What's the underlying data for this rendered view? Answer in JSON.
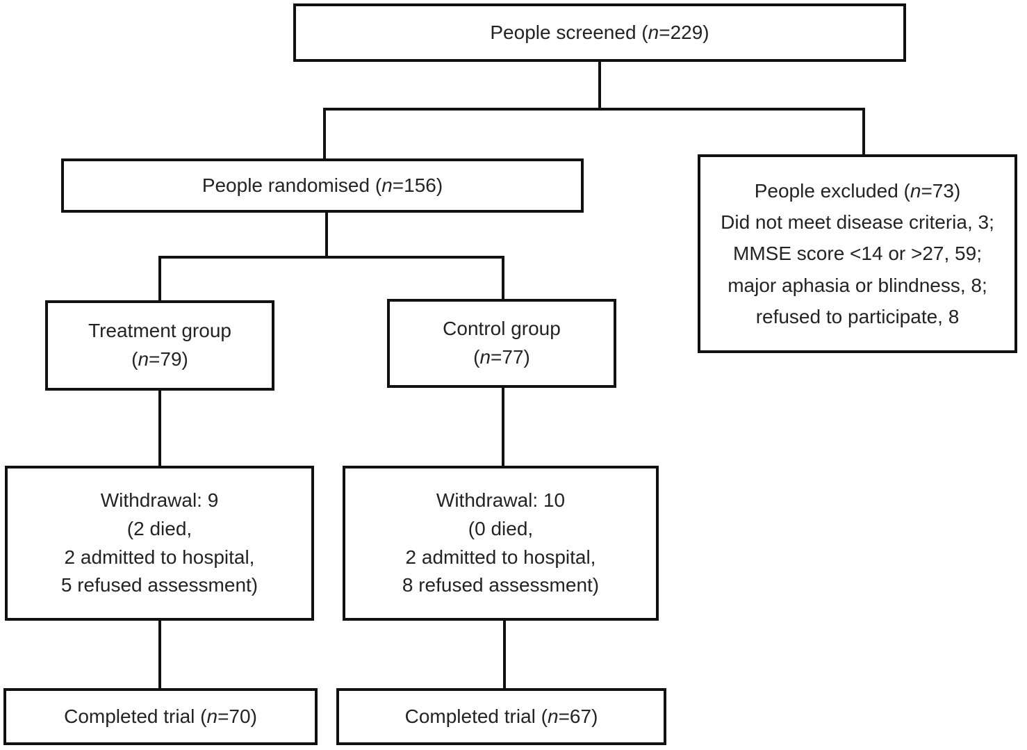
{
  "diagram": {
    "type": "trial-flow-diagram",
    "colors": {
      "border": "#111111",
      "background": "#ffffff",
      "text": "#232323"
    },
    "boxes": {
      "screened": {
        "pre": "People screened (",
        "n": "n",
        "post": "=229)"
      },
      "randomised": {
        "pre": "People randomised (",
        "n": "n",
        "post": "=156)"
      },
      "excluded": {
        "title_pre": "People excluded (",
        "title_n": "n",
        "title_post": "=73)",
        "reasons": [
          "Did not meet disease criteria, 3;",
          "MMSE score <14 or >27, 59;",
          "major aphasia or blindness, 8;",
          "refused to participate, 8"
        ]
      },
      "treatment": {
        "name": "Treatment group",
        "pre": "(",
        "n": "n",
        "post": "=79)"
      },
      "control": {
        "name": "Control group",
        "pre": "(",
        "n": "n",
        "post": "=77)"
      },
      "withdrawal_treatment": {
        "lines": [
          "Withdrawal: 9",
          "(2 died,",
          "2 admitted to hospital,",
          "5 refused assessment)"
        ]
      },
      "withdrawal_control": {
        "lines": [
          "Withdrawal: 10",
          "(0 died,",
          "2 admitted to hospital,",
          "8 refused assessment)"
        ]
      },
      "completed_treatment": {
        "pre": "Completed trial (",
        "n": "n",
        "post": "=70)"
      },
      "completed_control": {
        "pre": "Completed trial (",
        "n": "n",
        "post": "=67)"
      }
    }
  }
}
